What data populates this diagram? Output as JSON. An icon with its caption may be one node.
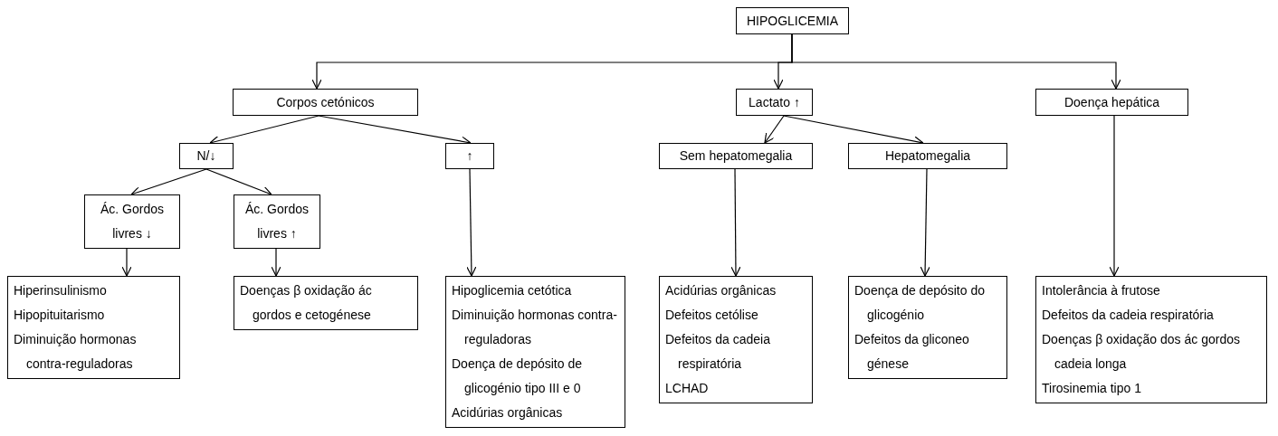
{
  "diagram": {
    "nodes": [
      {
        "text": [
          "HIPOGLICEMIA"
        ]
      },
      {
        "text": [
          "Corpos cetónicos"
        ]
      },
      {
        "text": [
          "Lactato ↑"
        ]
      },
      {
        "text": [
          "Doença hepática"
        ]
      },
      {
        "text": [
          "N/↓"
        ]
      },
      {
        "text": [
          "↑"
        ]
      },
      {
        "text": [
          "Sem hepatomegalia"
        ]
      },
      {
        "text": [
          "Hepatomegalia"
        ]
      },
      {
        "text": [
          "Ác. Gordos livres ↓"
        ]
      },
      {
        "text": [
          "Ác. Gordos livres ↑"
        ]
      },
      {
        "text": [
          "Hiperinsulinismo",
          "Hipopituitarismo",
          "Diminuição hormonas contra-reguladoras"
        ]
      },
      {
        "text": [
          "Doenças β oxidação ác gordos e cetogénese"
        ]
      },
      {
        "text": [
          "Hipoglicemia cetótica",
          "Diminuição hormonas contra-reguladoras",
          "Doença de depósito de glicogénio tipo III e 0",
          "Acidúrias orgânicas"
        ]
      },
      {
        "text": [
          "Acidúrias orgânicas",
          "Defeitos cetólise",
          "Defeitos da cadeia respiratória",
          "LCHAD"
        ]
      },
      {
        "text": [
          "Doença de depósito do glicogénio",
          "Defeitos da gliconeo génese"
        ]
      },
      {
        "text": [
          "Intolerância à frutose",
          "Defeitos da cadeia respiratória",
          "Doenças β oxidação dos ác gordos cadeia longa",
          "Tirosinemia tipo 1"
        ]
      }
    ],
    "edges": [
      {
        "from": 0,
        "to": 1,
        "arrow": "to"
      },
      {
        "from": 0,
        "to": 2,
        "arrow": "to"
      },
      {
        "from": 0,
        "to": 3,
        "arrow": "to"
      },
      {
        "from": 1,
        "to": 4,
        "arrow": "to"
      },
      {
        "from": 1,
        "to": 5,
        "arrow": "to"
      },
      {
        "from": 4,
        "to": 8,
        "arrow": "to"
      },
      {
        "from": 4,
        "to": 9,
        "arrow": "to"
      },
      {
        "from": 8,
        "to": 10,
        "arrow": "to"
      },
      {
        "from": 9,
        "to": 11,
        "arrow": "to"
      },
      {
        "from": 5,
        "to": 12,
        "arrow": "to"
      },
      {
        "from": 2,
        "to": 6,
        "arrow": "to"
      },
      {
        "from": 2,
        "to": 7,
        "arrow": "to"
      },
      {
        "from": 6,
        "to": 13,
        "arrow": "to"
      },
      {
        "from": 7,
        "to": 14,
        "arrow": "to"
      },
      {
        "from": 3,
        "to": 15,
        "arrow": "to"
      }
    ]
  }
}
